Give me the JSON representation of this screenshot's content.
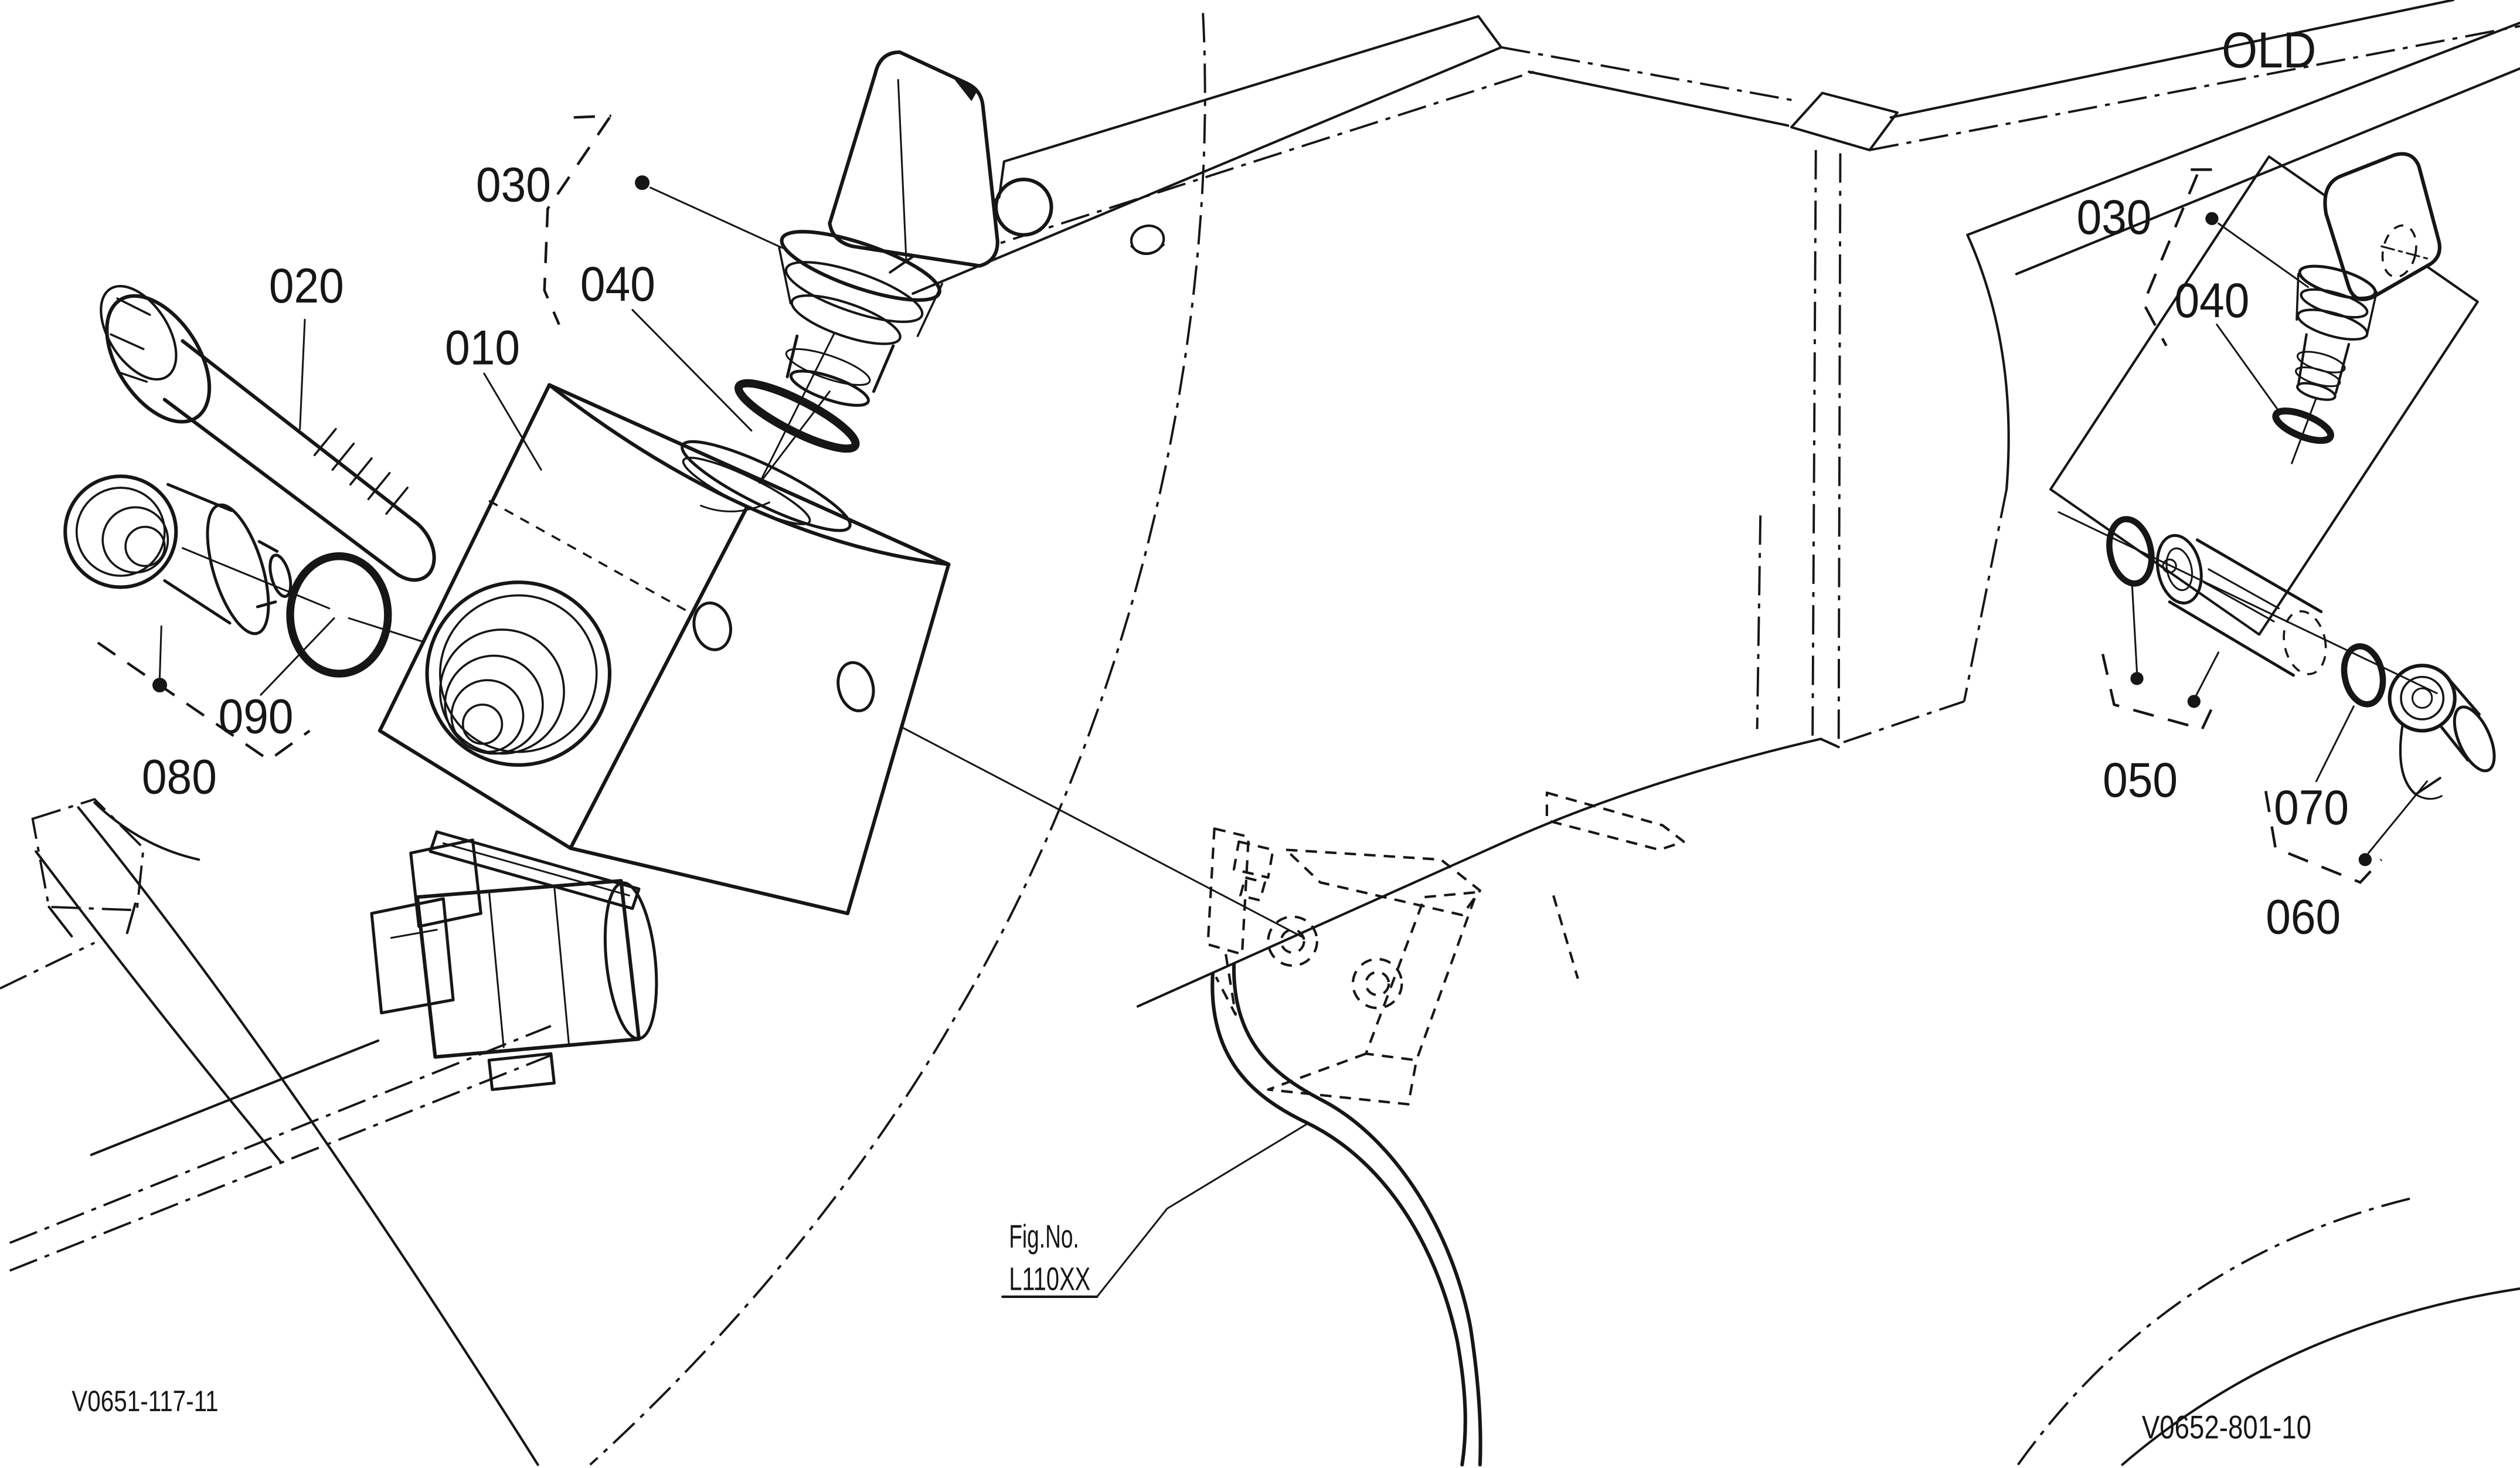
{
  "page": {
    "background": "#ffffff",
    "line_color": "#161616"
  },
  "variant_label": "OLD",
  "callouts": {
    "c010": "010",
    "c020": "020",
    "c030": "030",
    "c040": "040",
    "c050": "050",
    "c060": "060",
    "c070": "070",
    "c080": "080",
    "c090": "090"
  },
  "figure_ref": {
    "label": "Fig.No.",
    "value": "L110XX"
  },
  "drawing_codes": {
    "bottom_left": "V0651-117-11",
    "bottom_right": "V0652-801-10"
  }
}
